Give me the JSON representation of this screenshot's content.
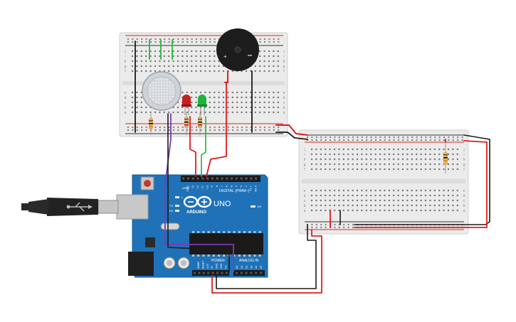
{
  "arduino": {
    "brand_text": "ARDUINO",
    "model_text": "UNO",
    "digital_label": "DIGITAL (PWM~)",
    "power_label": "POWER",
    "analog_label": "ANALOG IN",
    "on_label": "ON",
    "tx_label": "TX",
    "rx_label": "RX",
    "l_label": "L",
    "aref_label": "AREF",
    "gnd_label": "GND",
    "digital_pins": [
      "13",
      "12",
      "~11",
      "~10",
      "~9",
      "8",
      "7",
      "~6",
      "~5",
      "4",
      "~3",
      "2",
      "TX 1",
      "RX 0"
    ],
    "power_pins": [
      "IOREF",
      "RESET",
      "3.3V",
      "5V",
      "GND",
      "GND",
      "Vin"
    ],
    "analog_pins": [
      "A0",
      "A1",
      "A2",
      "A3",
      "A4",
      "A5"
    ]
  },
  "breadboard_top": {
    "row_letters": [
      "a",
      "b",
      "c",
      "d",
      "e",
      "f",
      "g",
      "h",
      "i",
      "j"
    ]
  },
  "breadboard_right": {
    "row_letters": [
      "j",
      "i",
      "h",
      "g",
      "f",
      "e",
      "d",
      "c",
      "b",
      "a"
    ]
  },
  "components": {
    "buzzer_plus": "+",
    "led_red_color": "#c81e1e",
    "led_green_color": "#1eb43c"
  },
  "colors": {
    "wire_red": "#e01b1b",
    "wire_black": "#1a1a1a",
    "wire_green": "#38b94a",
    "wire_purple": "#7b3bb5",
    "board_blue": "#1f72b8",
    "breadboard": "#e9e9e9"
  }
}
